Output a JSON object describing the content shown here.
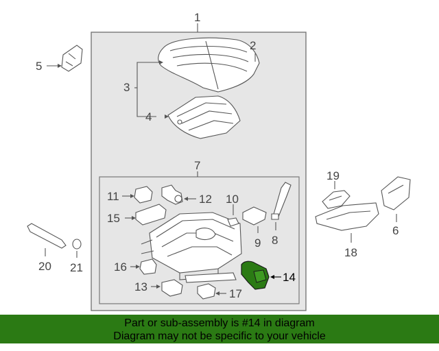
{
  "callouts": {
    "c1": "1",
    "c2": "2",
    "c3": "3",
    "c4": "4",
    "c5": "5",
    "c6": "6",
    "c7": "7",
    "c8": "8",
    "c9": "9",
    "c10": "10",
    "c11": "11",
    "c12": "12",
    "c13": "13",
    "c14": "14",
    "c15": "15",
    "c16": "16",
    "c17": "17",
    "c18": "18",
    "c19": "19",
    "c20": "20",
    "c21": "21"
  },
  "highlight_part": "14",
  "colors": {
    "highlight": "#2b7a14",
    "banner": "#2b7a14",
    "panel": "#e6e6e6"
  },
  "banner": {
    "line1": "Part or sub-assembly is #14 in diagram",
    "line2": "Diagram may not be specific to your vehicle"
  }
}
